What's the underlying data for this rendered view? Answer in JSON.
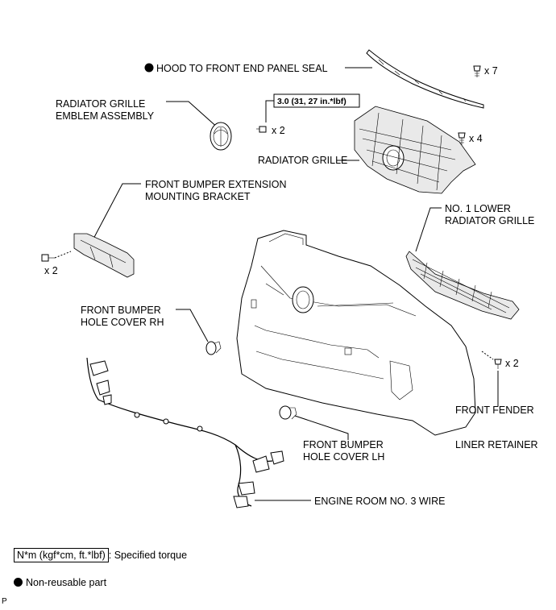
{
  "labels": {
    "hood_seal": "HOOD TO FRONT END PANEL SEAL",
    "emblem_line1": "RADIATOR GRILLE",
    "emblem_line2": "EMBLEM ASSEMBLY",
    "torque_value": "3.0 (31, 27 in.*lbf)",
    "radiator_grille": "RADIATOR GRILLE",
    "bracket_line1": "FRONT BUMPER EXTENSION",
    "bracket_line2": "MOUNTING BRACKET",
    "lower_grille_line1": "NO. 1 LOWER",
    "lower_grille_line2": "RADIATOR GRILLE",
    "hole_rh_line1": "FRONT BUMPER",
    "hole_rh_line2": "HOLE COVER RH",
    "hole_lh_line1": "FRONT BUMPER",
    "hole_lh_line2": "HOLE COVER LH",
    "fender_line1": "FRONT FENDER",
    "fender_line2": "LINER RETAINER",
    "wire": "ENGINE ROOM NO. 3 WIRE"
  },
  "quantities": {
    "clip_top": "x 7",
    "emblem_bolt": "x 2",
    "grille_clip": "x 4",
    "bracket_bolt": "x 2",
    "fender_clip": "x 2"
  },
  "legend": {
    "torque_unit": "N*m (kgf*cm, ft.*lbf)",
    "torque_desc": ": Specified torque",
    "non_reusable": "Non-reusable part"
  },
  "footer_code": "P"
}
